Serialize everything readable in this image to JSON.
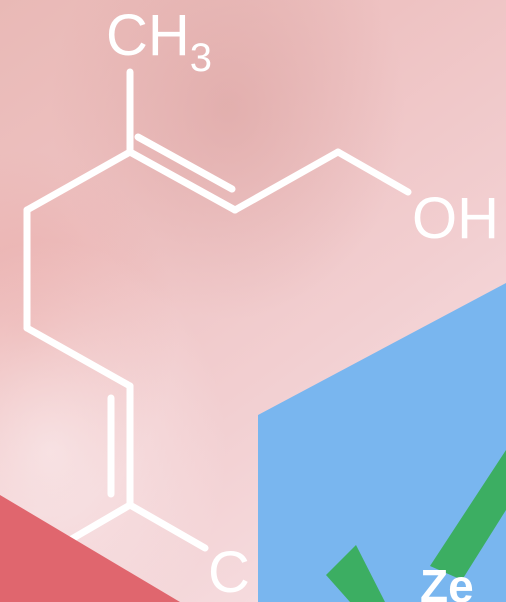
{
  "molecule": {
    "methyl_main": "CH",
    "methyl_sub": "3",
    "hydroxyl": "OH",
    "lower_atom_partial": "C"
  },
  "overlay": {
    "partial_text": "Ze"
  },
  "colors": {
    "background_top": "#e8b7b5",
    "background_mid": "#efc6c6",
    "background_low": "#f3d4d6",
    "bond_stroke": "#ffffff",
    "blue_panel": "#79b6ef",
    "red_triangle": "#e0666e",
    "green_check": "#3cae62"
  }
}
